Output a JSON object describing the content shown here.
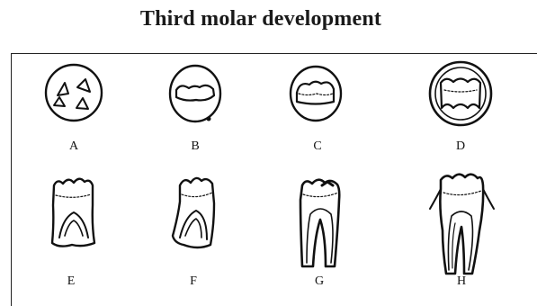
{
  "title": "Third molar development",
  "stages": [
    {
      "label": "A",
      "icon": "crypt-cusp-tips-icon"
    },
    {
      "label": "B",
      "icon": "crypt-occlusal-surface-icon"
    },
    {
      "label": "C",
      "icon": "crypt-enamel-complete-icon"
    },
    {
      "label": "D",
      "icon": "crypt-crown-complete-icon"
    },
    {
      "label": "E",
      "icon": "root-initiation-icon"
    },
    {
      "label": "F",
      "icon": "root-bifurcation-icon"
    },
    {
      "label": "G",
      "icon": "root-two-thirds-icon"
    },
    {
      "label": "H",
      "icon": "root-apex-closed-icon"
    }
  ]
}
